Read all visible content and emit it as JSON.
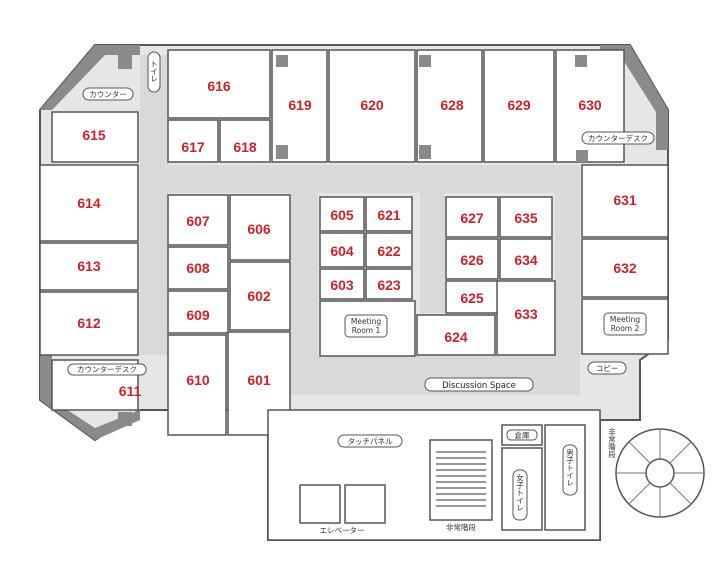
{
  "rooms": {
    "r601": "601",
    "r602": "602",
    "r603": "603",
    "r604": "604",
    "r605": "605",
    "r606": "606",
    "r607": "607",
    "r608": "608",
    "r609": "609",
    "r610": "610",
    "r611": "611",
    "r612": "612",
    "r613": "613",
    "r614": "614",
    "r615": "615",
    "r616": "616",
    "r617": "617",
    "r618": "618",
    "r619": "619",
    "r620": "620",
    "r621": "621",
    "r622": "622",
    "r623": "623",
    "r624": "624",
    "r625": "625",
    "r626": "626",
    "r627": "627",
    "r628": "628",
    "r629": "629",
    "r630": "630",
    "r631": "631",
    "r632": "632",
    "r633": "633",
    "r634": "634",
    "r635": "635"
  },
  "labels": {
    "counter_top_left": "カウンター",
    "toilet": "トイレ",
    "counter_desk_top_right": "カウンターデスク",
    "counter_desk_left": "カウンターデスク",
    "meeting_room_1_line1": "Meeting",
    "meeting_room_1_line2": "Room 1",
    "meeting_room_2_line1": "Meeting",
    "meeting_room_2_line2": "Room 2",
    "copy": "コピー",
    "discussion_space": "Discussion Space",
    "touch_panel": "タッチパネル",
    "emergency_stairs": "非常階段",
    "emergency_stairs_side": "非常階段",
    "storage": "倉庫",
    "women_toilet": "女子トイレ",
    "men_toilet": "男子トイレ",
    "elevator": "エレベーター"
  },
  "colors": {
    "room_number": "#c8242b",
    "corridor": "#d9d9d9",
    "wall": "#8a8a8a"
  }
}
